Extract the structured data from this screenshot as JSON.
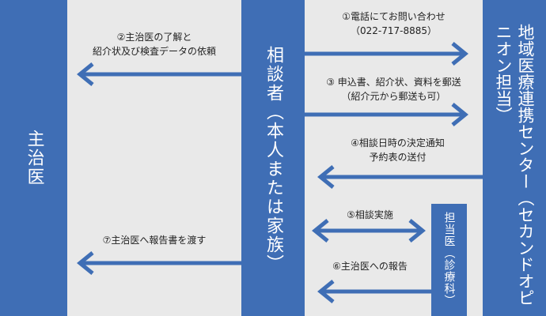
{
  "colors": {
    "blue": "#3f6eb5",
    "gray": "#e9e9e9",
    "arrow": "#3f6eb5"
  },
  "columns": {
    "shujii": "主治医",
    "soudansha": "相談者（本人または家族）",
    "center": "地域医療連携センター（セカンドオピニオン担当）",
    "tantoui": "担当医（診療科）"
  },
  "steps": {
    "s1_line1": "①電話にてお問い合わせ",
    "s1_line2": "（022-717-8885）",
    "s2_line1": "②主治医の了解と",
    "s2_line2": "紹介状及び検査データの依頼",
    "s3_line1": "③ 申込書、紹介状、資料を郵送",
    "s3_line2": "（紹介元から郵送も可）",
    "s4_line1": "④相談日時の決定通知",
    "s4_line2": "予約表の送付",
    "s5": "⑤相談実施",
    "s6": "⑥主治医への報告",
    "s7": "⑦主治医へ報告書を渡す"
  }
}
